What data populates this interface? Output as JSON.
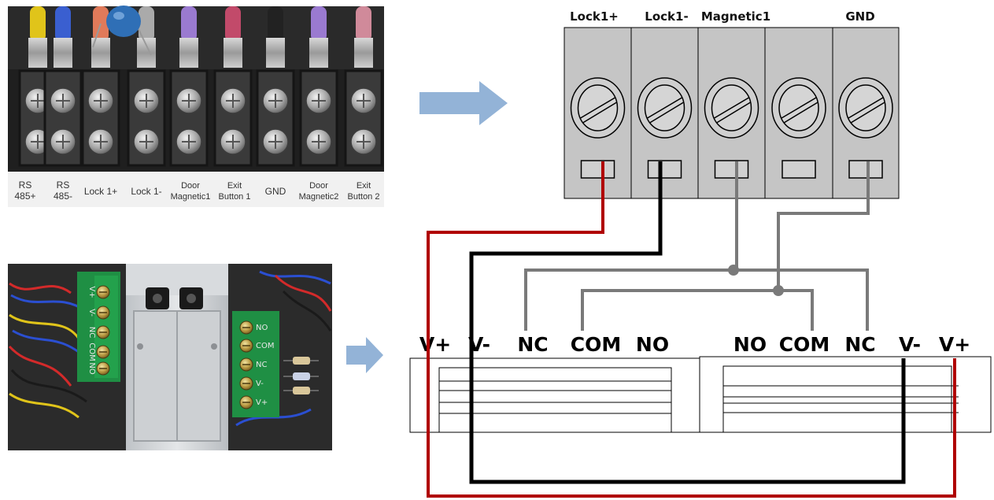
{
  "terminal_photo": {
    "labels": [
      [
        "RS",
        "485+"
      ],
      [
        "RS",
        "485-"
      ],
      [
        "Lock 1+"
      ],
      [
        "Lock 1-"
      ],
      [
        "Door",
        "Magnetic1"
      ],
      [
        "Exit",
        "Button 1"
      ],
      [
        "GND"
      ],
      [
        "Door",
        "Magnetic2"
      ],
      [
        "Exit",
        "Button 2"
      ]
    ]
  },
  "lock_photo": {
    "left_module_labels": [
      "V+",
      "V-",
      "NC",
      "COM",
      "NO"
    ],
    "right_module_labels": [
      "NO",
      "COM",
      "NC",
      "V-",
      "V+"
    ]
  },
  "terminal_block": {
    "labels": [
      "Lock1+",
      "Lock1-",
      "Magnetic1",
      "",
      "GND"
    ]
  },
  "lock_terminals": {
    "left": [
      "V+",
      "V-",
      "NC",
      "COM",
      "NO"
    ],
    "right": [
      "NO",
      "COM",
      "NC",
      "V-",
      "V+"
    ]
  },
  "colors": {
    "red_wire": "#b00000",
    "black_wire": "#000000",
    "gray_wire": "#7a7a7a",
    "arrow": "#93b3d7",
    "terminal_body": "#c5c5c5"
  }
}
